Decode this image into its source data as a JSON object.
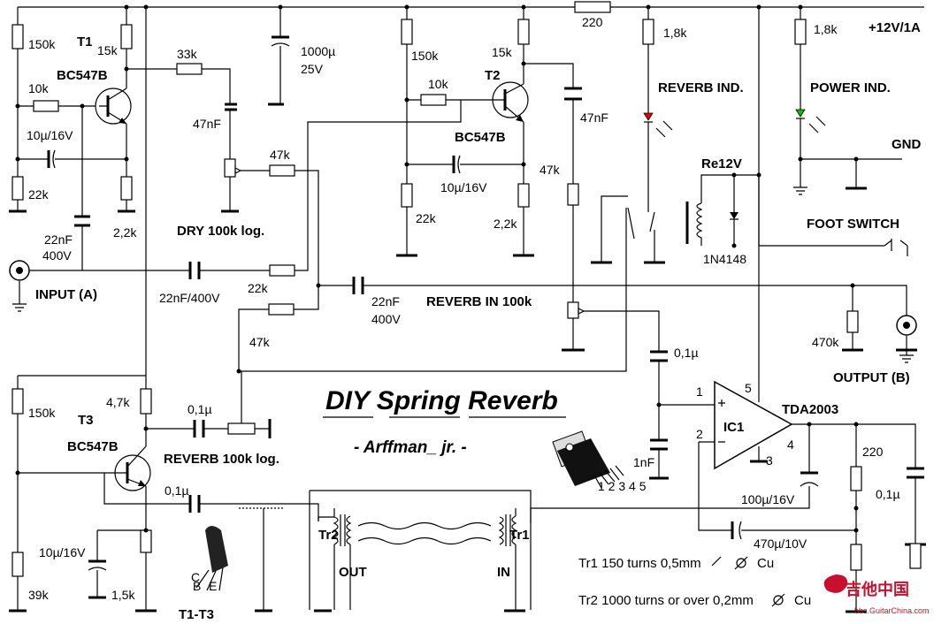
{
  "title": "DIY Spring Reverb",
  "subtitle": "- Arffman_ jr. -",
  "labels": {
    "t1": "T1",
    "t1_type": "BC547B",
    "t2": "T2",
    "t2_type": "BC547B",
    "t3": "T3",
    "t3_type": "BC547B",
    "t1_t3": "T1-T3",
    "r150k_1": "150k",
    "r15k_1": "15k",
    "r33k": "33k",
    "r10k_1": "10k",
    "r22k_1": "22k",
    "r2k2_1": "2,2k",
    "c10u_1": "10µ/16V",
    "c22nf_1": "22nF",
    "c400v_1": "400V",
    "c47nf_1": "47nF",
    "dry_pot": "DRY 100k log.",
    "r47k_1": "47k",
    "c1000u": "1000µ",
    "c25v": "25V",
    "input": "INPUT (A)",
    "c22nf400": "22nF/400V",
    "r22k_in": "22k",
    "r150k_2": "150k",
    "r10k_2": "10k",
    "r15k_2": "15k",
    "c47nf_2": "47nF",
    "c10u_2": "10µ/16V",
    "r22k_2": "22k",
    "r2k2_2": "2,2k",
    "r47k_2": "47k",
    "r220_top": "220",
    "r1k8_1": "1,8k",
    "r1k8_2": "1,8k",
    "supply": "+12V/1A",
    "reverb_ind": "REVERB IND.",
    "power_ind": "POWER IND.",
    "gnd": "GND",
    "relay": "Re12V",
    "foot_switch": "FOOT SWITCH",
    "diode": "1N4148",
    "c22nf_3": "22nF",
    "c400v_3": "400V",
    "reverb_in": "REVERB IN 100k",
    "r470k": "470k",
    "output": "OUTPUT (B)",
    "r47k_3": "47k",
    "c0u1_1": "0,1µ",
    "c1nf": "1nF",
    "ic1": "IC1",
    "tda": "TDA2003",
    "pin1": "1",
    "pin2": "2",
    "pin3": "3",
    "pin4": "4",
    "pin5": "5",
    "r220_out": "220",
    "c0u1_out": "0,1µ",
    "c100u": "100µ/16V",
    "c470u": "470µ/10V",
    "r150k_3": "150k",
    "r4k7": "4,7k",
    "c0u1_2": "0,1µ",
    "reverb_pot": "REVERB 100k log.",
    "c0u1_3": "0,1µ",
    "c10u_3": "10µ/16V",
    "r39k": "39k",
    "r1k5": "1,5k",
    "tr2": "Tr2",
    "tr1": "Tr1",
    "out": "OUT",
    "in": "IN",
    "tr1_note": "Tr1 150 turns 0,5mm",
    "tr2_note": "Tr2 1000 turns or over 0,2mm",
    "cu": "Cu",
    "pkg_pins": "1 2 3 4 5",
    "tran_c": "C",
    "tran_b": "B",
    "tran_e": "E"
  },
  "watermark": {
    "text": "吉他中国",
    "url": "bbs.GuitarChina.com"
  },
  "colors": {
    "led_reverb": "#e00000",
    "led_power": "#00c000",
    "watermark": "#c8102e"
  }
}
